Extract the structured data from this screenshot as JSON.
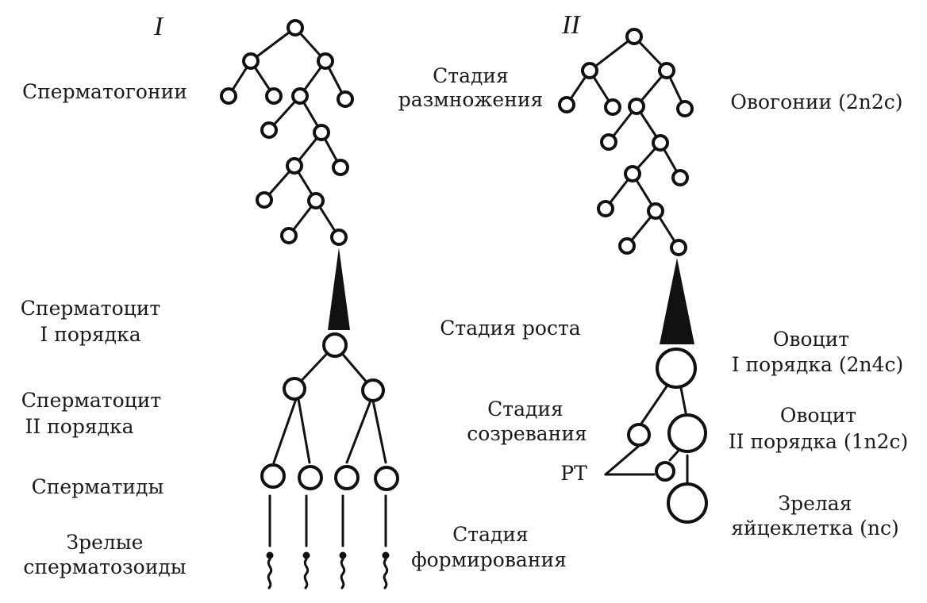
{
  "headings": {
    "left": "I",
    "right": "II"
  },
  "labels": {
    "spermatogonia": "Сперматогонии",
    "stage_multiplication": [
      "Стадия",
      "размножения"
    ],
    "oogonia": "Овогонии",
    "oogonia_formula": "(2n2c)",
    "spermatocyte_1": [
      "Сперматоцит",
      "I порядка"
    ],
    "stage_growth": "Стадия роста",
    "oocyte_1": [
      "Овоцит",
      "I порядка"
    ],
    "oocyte_1_formula": "(2n4c)",
    "spermatocyte_2": [
      "Сперматоцит",
      "II порядка"
    ],
    "stage_maturation": [
      "Стадия",
      "созревания"
    ],
    "oocyte_2": [
      "Овоцит",
      "II порядка"
    ],
    "oocyte_2_formula": "(1n2c)",
    "polar_bodies": "РТ",
    "spermatids": "Сперматиды",
    "mature_egg": [
      "Зрелая",
      "яйцеклетка"
    ],
    "mature_egg_formula": "(nc)",
    "mature_sperm": [
      "Зрелые",
      "сперматозоиды"
    ],
    "stage_formation": [
      "Стадия",
      "формирования"
    ]
  },
  "colors": {
    "ink": "#111111",
    "background": "#ffffff"
  }
}
